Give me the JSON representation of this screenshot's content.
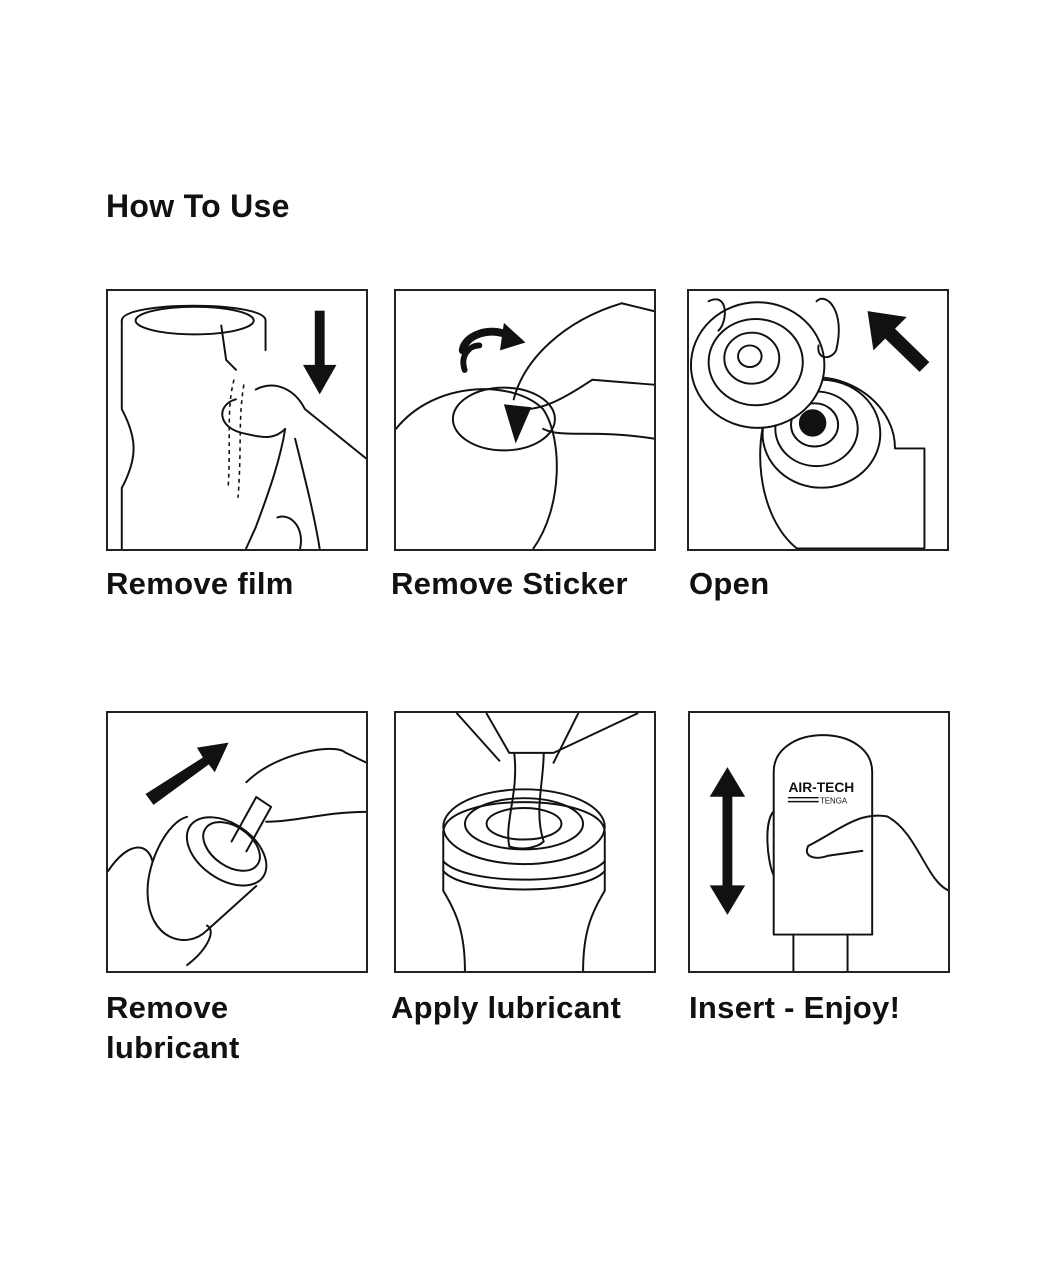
{
  "title": "How To Use",
  "steps": [
    {
      "label": "Remove film",
      "icon": "remove-film-illustration"
    },
    {
      "label": "Remove Sticker",
      "icon": "remove-sticker-illustration"
    },
    {
      "label": "Open",
      "icon": "open-cap-illustration"
    },
    {
      "label": "Remove lubricant",
      "line1": "Remove",
      "line2": "lubricant",
      "icon": "remove-lubricant-illustration"
    },
    {
      "label": "Apply lubricant",
      "icon": "apply-lubricant-illustration"
    },
    {
      "label": "Insert - Enjoy!",
      "icon": "insert-illustration"
    }
  ],
  "logo": {
    "brand": "AIR-TECH",
    "sub": "TENGA"
  }
}
